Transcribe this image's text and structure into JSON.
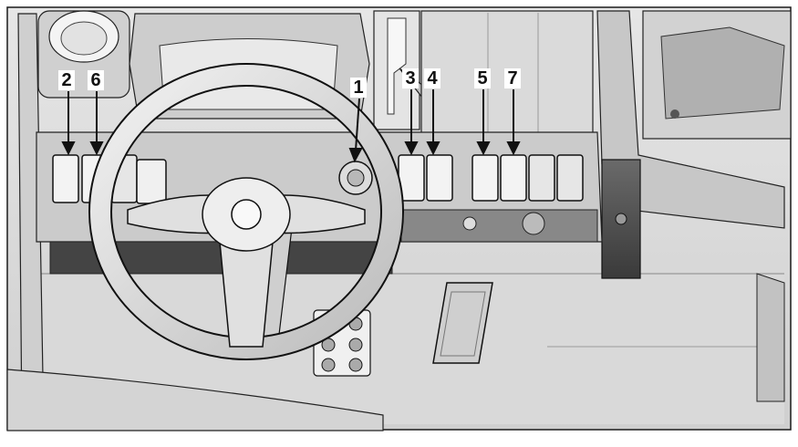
{
  "callouts": [
    {
      "id": "2",
      "label": "2"
    },
    {
      "id": "6",
      "label": "6"
    },
    {
      "id": "1",
      "label": "1"
    },
    {
      "id": "3",
      "label": "3"
    },
    {
      "id": "4",
      "label": "4"
    },
    {
      "id": "5",
      "label": "5"
    },
    {
      "id": "7",
      "label": "7"
    }
  ],
  "colors": {
    "line": "#1a1a1a",
    "panel_light": "#e2e2e2",
    "panel_mid": "#bdbdbd",
    "panel_dark": "#555555",
    "background": "#ffffff"
  }
}
